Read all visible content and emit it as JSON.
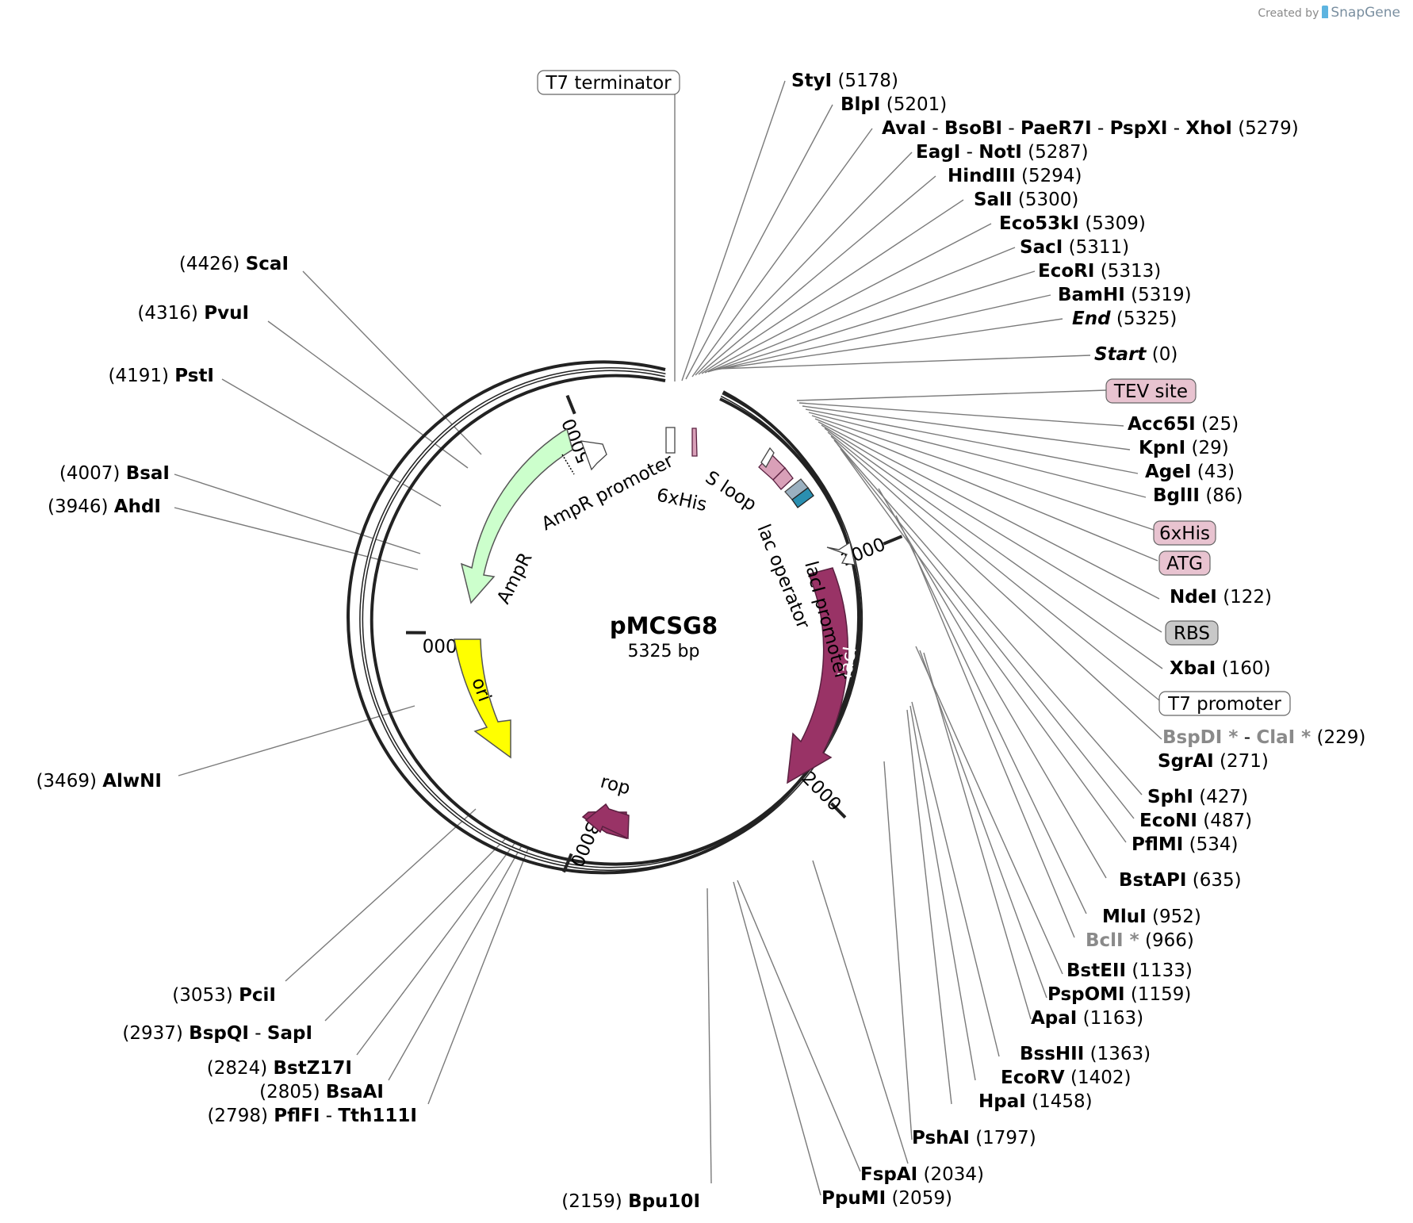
{
  "credit": {
    "prefix": "Created by",
    "brand": "SnapGene"
  },
  "plasmid": {
    "name": "pMCSG8",
    "size_label": "5325 bp",
    "length": 5325
  },
  "ticks": [
    {
      "label": "1000",
      "pos": 1000
    },
    {
      "label": "2000",
      "pos": 2000
    },
    {
      "label": "3000",
      "pos": 3000
    },
    {
      "label": "4000",
      "pos": 4000
    },
    {
      "label": "5000",
      "pos": 5000
    }
  ],
  "features": [
    {
      "name": "lacI",
      "kind": "arrow",
      "color": "#993366",
      "text_color": "#ffffff"
    },
    {
      "name": "rop",
      "kind": "arrow",
      "color": "#993366",
      "text_color": "#000000"
    },
    {
      "name": "ori",
      "kind": "arrow",
      "color": "#ffff00",
      "text_color": "#000000"
    },
    {
      "name": "AmpR",
      "kind": "arrow",
      "color": "#ccffcc",
      "text_color": "#000000"
    },
    {
      "name": "AmpR promoter",
      "kind": "label"
    },
    {
      "name": "6xHis",
      "kind": "label"
    },
    {
      "name": "S loop",
      "kind": "label"
    },
    {
      "name": "lac operator",
      "kind": "label"
    },
    {
      "name": "lacI promoter",
      "kind": "label"
    }
  ],
  "boxed_labels": [
    {
      "text": "T7 terminator",
      "fill": "#ffffff"
    },
    {
      "text": "TEV site",
      "fill": "#e8c3d0"
    },
    {
      "text": "6xHis",
      "fill": "#e8c3d0"
    },
    {
      "text": "ATG",
      "fill": "#e8c3d0"
    },
    {
      "text": "RBS",
      "fill": "#c8c8c8"
    },
    {
      "text": "T7 promoter",
      "fill": "#ffffff"
    }
  ],
  "sites_right": [
    {
      "parts": [
        "StyI"
      ],
      "pos": "(5178)"
    },
    {
      "parts": [
        "BlpI"
      ],
      "pos": "(5201)"
    },
    {
      "parts": [
        "AvaI",
        "BsoBI",
        "PaeR7I",
        "PspXI",
        "XhoI"
      ],
      "pos": "(5279)"
    },
    {
      "parts": [
        "EagI",
        "NotI"
      ],
      "pos": "(5287)"
    },
    {
      "parts": [
        "HindIII"
      ],
      "pos": "(5294)"
    },
    {
      "parts": [
        "SalI"
      ],
      "pos": "(5300)"
    },
    {
      "parts": [
        "Eco53kI"
      ],
      "pos": "(5309)"
    },
    {
      "parts": [
        "SacI"
      ],
      "pos": "(5311)"
    },
    {
      "parts": [
        "EcoRI"
      ],
      "pos": "(5313)"
    },
    {
      "parts": [
        "BamHI"
      ],
      "pos": "(5319)"
    },
    {
      "parts": [
        "End"
      ],
      "pos": "(5325)",
      "style": "italic"
    },
    {
      "parts": [
        "Start"
      ],
      "pos": "(0)",
      "style": "italic"
    },
    {
      "parts": [
        "Acc65I"
      ],
      "pos": "(25)"
    },
    {
      "parts": [
        "KpnI"
      ],
      "pos": "(29)"
    },
    {
      "parts": [
        "AgeI"
      ],
      "pos": "(43)"
    },
    {
      "parts": [
        "BglII"
      ],
      "pos": "(86)"
    },
    {
      "parts": [
        "NdeI"
      ],
      "pos": "(122)"
    },
    {
      "parts": [
        "XbaI"
      ],
      "pos": "(160)"
    },
    {
      "parts": [
        "BspDI",
        "ClaI"
      ],
      "pos": "(229)",
      "style": "grey",
      "star": "*"
    },
    {
      "parts": [
        "SgrAI"
      ],
      "pos": "(271)"
    },
    {
      "parts": [
        "SphI"
      ],
      "pos": "(427)"
    },
    {
      "parts": [
        "EcoNI"
      ],
      "pos": "(487)"
    },
    {
      "parts": [
        "PflMI"
      ],
      "pos": "(534)"
    },
    {
      "parts": [
        "BstAPI"
      ],
      "pos": "(635)"
    },
    {
      "parts": [
        "MluI"
      ],
      "pos": "(952)"
    },
    {
      "parts": [
        "BclI"
      ],
      "pos": "(966)",
      "style": "grey",
      "star": "*"
    },
    {
      "parts": [
        "BstEII"
      ],
      "pos": "(1133)"
    },
    {
      "parts": [
        "PspOMI"
      ],
      "pos": "(1159)"
    },
    {
      "parts": [
        "ApaI"
      ],
      "pos": "(1163)"
    },
    {
      "parts": [
        "BssHII"
      ],
      "pos": "(1363)"
    },
    {
      "parts": [
        "EcoRV"
      ],
      "pos": "(1402)"
    },
    {
      "parts": [
        "HpaI"
      ],
      "pos": "(1458)"
    },
    {
      "parts": [
        "PshAI"
      ],
      "pos": "(1797)"
    },
    {
      "parts": [
        "FspAI"
      ],
      "pos": "(2034)"
    },
    {
      "parts": [
        "PpuMI"
      ],
      "pos": "(2059)"
    }
  ],
  "sites_left": [
    {
      "parts": [
        "ScaI"
      ],
      "pos": "(4426)"
    },
    {
      "parts": [
        "PvuI"
      ],
      "pos": "(4316)"
    },
    {
      "parts": [
        "PstI"
      ],
      "pos": "(4191)"
    },
    {
      "parts": [
        "BsaI"
      ],
      "pos": "(4007)"
    },
    {
      "parts": [
        "AhdI"
      ],
      "pos": "(3946)"
    },
    {
      "parts": [
        "AlwNI"
      ],
      "pos": "(3469)"
    },
    {
      "parts": [
        "PciI"
      ],
      "pos": "(3053)"
    },
    {
      "parts": [
        "BspQI",
        "SapI"
      ],
      "pos": "(2937)"
    },
    {
      "parts": [
        "BstZ17I"
      ],
      "pos": "(2824)"
    },
    {
      "parts": [
        "BsaAI"
      ],
      "pos": "(2805)"
    },
    {
      "parts": [
        "PflFI",
        "Tth111I"
      ],
      "pos": "(2798)"
    },
    {
      "parts": [
        "Bpu10I"
      ],
      "pos": "(2159)"
    }
  ]
}
